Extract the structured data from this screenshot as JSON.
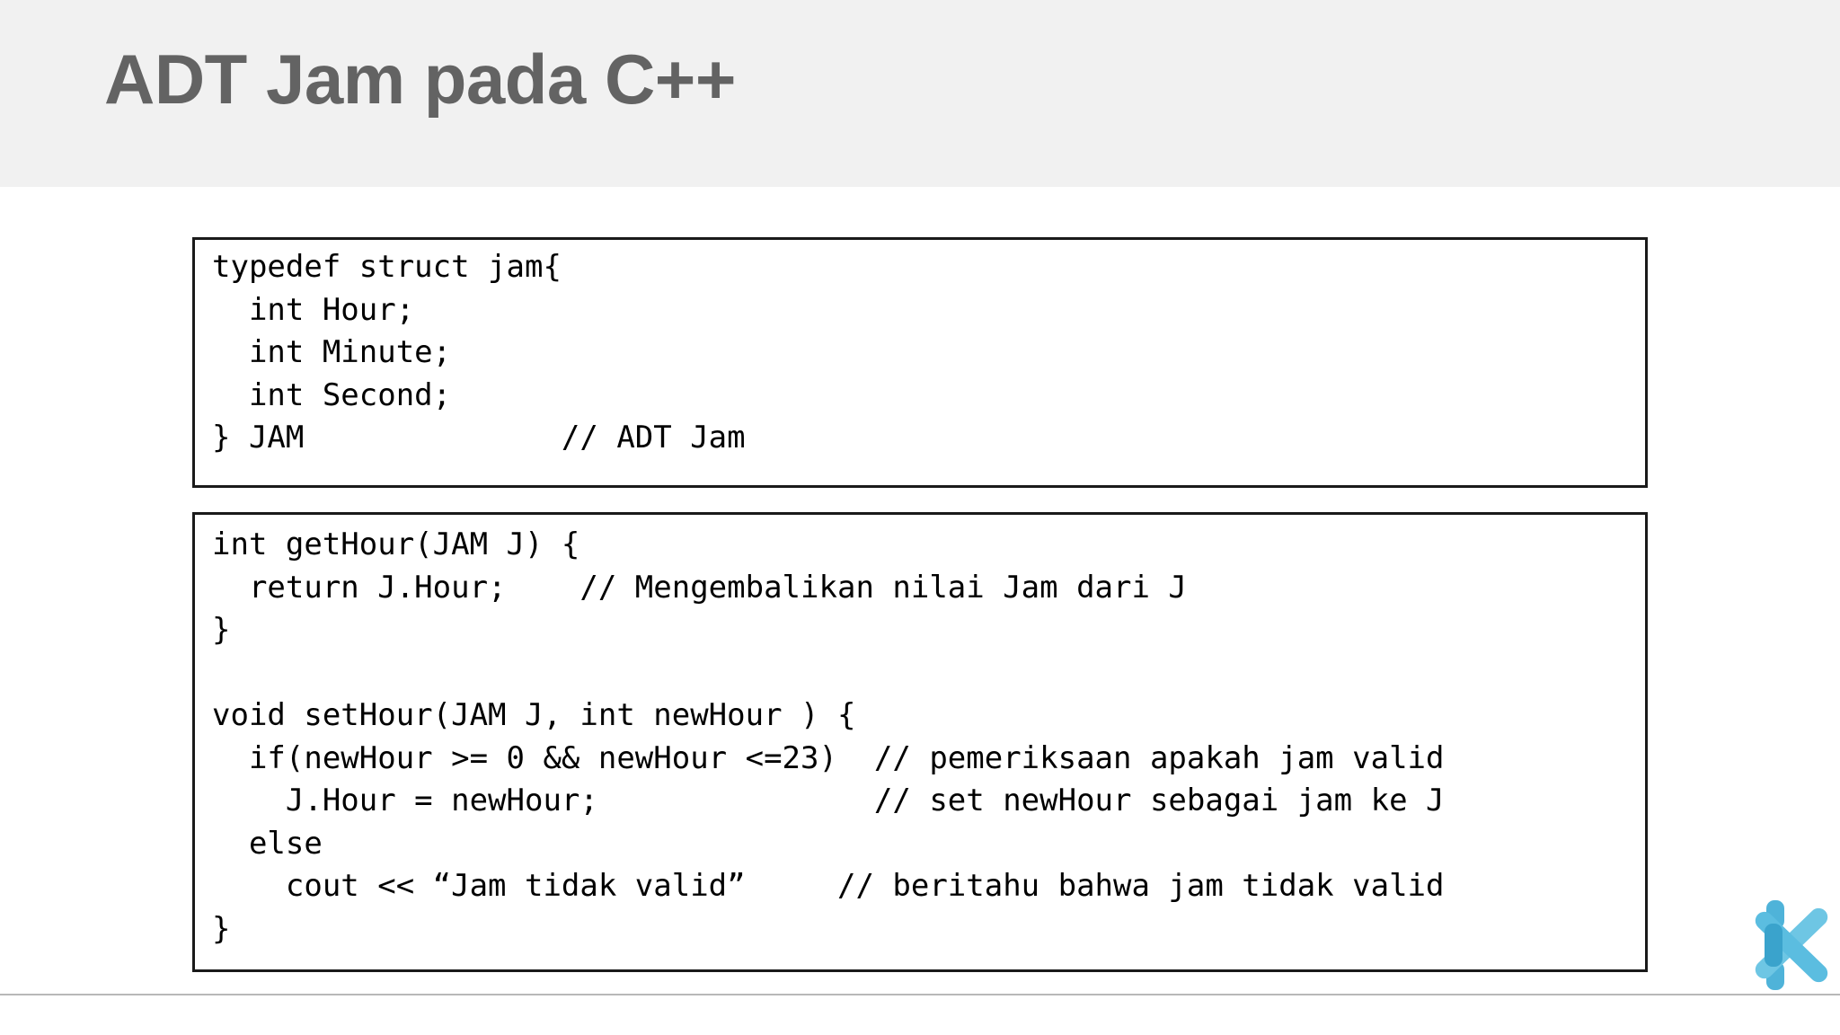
{
  "slide": {
    "title": "ADT Jam pada C++",
    "header_bg": "#f1f1f1",
    "title_color": "#636363",
    "background": "#ffffff",
    "footer_rule_color": "#b8b8b8"
  },
  "code_blocks": [
    {
      "id": "struct-definition",
      "language": "cpp",
      "border_color": "#1a1a1a",
      "text": "typedef struct jam{\n  int Hour;\n  int Minute;\n  int Second;\n} JAM              // ADT Jam",
      "lines": [
        "typedef struct jam{",
        "  int Hour;",
        "  int Minute;",
        "  int Second;",
        "} JAM              // ADT Jam"
      ]
    },
    {
      "id": "accessor-mutator-functions",
      "language": "cpp",
      "border_color": "#1a1a1a",
      "text": "int getHour(JAM J) {\n  return J.Hour;    // Mengembalikan nilai Jam dari J\n}\n\nvoid setHour(JAM J, int newHour ) {\n  if(newHour >= 0 && newHour <=23)  // pemeriksaan apakah jam valid\n    J.Hour = newHour;               // set newHour sebagai jam ke J\n  else\n    cout << “Jam tidak valid”     // beritahu bahwa jam tidak valid\n}",
      "lines": [
        "int getHour(JAM J) {",
        "  return J.Hour;    // Mengembalikan nilai Jam dari J",
        "}",
        "",
        "void setHour(JAM J, int newHour ) {",
        "  if(newHour >= 0 && newHour <=23)  // pemeriksaan apakah jam valid",
        "    J.Hour = newHour;               // set newHour sebagai jam ke J",
        "  else",
        "    cout << “Jam tidak valid”     // beritahu bahwa jam tidak valid",
        "}"
      ]
    }
  ],
  "logo": {
    "name": "k-logo",
    "color_light": "#6ec6e4",
    "color_mid": "#4fb3d9",
    "color_dark": "#3aa3cc"
  }
}
